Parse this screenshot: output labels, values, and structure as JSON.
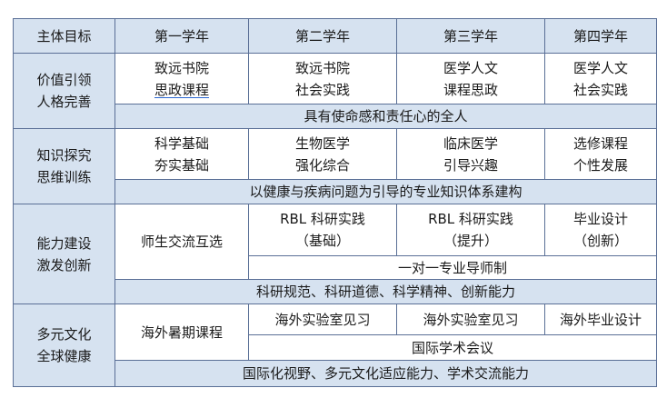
{
  "header": {
    "goal": "主体目标",
    "years": [
      "第一学年",
      "第二学年",
      "第三学年",
      "第四学年"
    ]
  },
  "sections": [
    {
      "goal": [
        "价值引领",
        "人格完善"
      ],
      "cells": [
        [
          "致远书院",
          "思政课程"
        ],
        [
          "致远书院",
          "社会实践"
        ],
        [
          "医学人文",
          "课程思政"
        ],
        [
          "医学人文",
          "社会实践"
        ]
      ],
      "summary": "具有使命感和责任心的全人"
    },
    {
      "goal": [
        "知识探究",
        "思维训练"
      ],
      "cells": [
        [
          "科学基础",
          "夯实基础"
        ],
        [
          "生物医学",
          "强化综合"
        ],
        [
          "临床医学",
          "引导兴趣"
        ],
        [
          "选修课程",
          "个性发展"
        ]
      ],
      "summary": "以健康与疾病问题为引导的专业知识体系建构"
    },
    {
      "goal": [
        "能力建设",
        "激发创新"
      ],
      "y1": "师生交流互选",
      "cells": [
        [
          "RBL 科研实践",
          "（基础）"
        ],
        [
          "RBL 科研实践",
          "（提升）"
        ],
        [
          "毕业设计",
          "（创新）"
        ]
      ],
      "span_row": "一对一专业导师制",
      "summary": "科研规范、科研道德、科学精神、创新能力"
    },
    {
      "goal": [
        "多元文化",
        "全球健康"
      ],
      "y1": "海外暑期课程",
      "cells": [
        "海外实验室见习",
        "海外实验室见习",
        "海外毕业设计"
      ],
      "span_row": "国际学术会议",
      "summary": "国际化视野、多元文化适应能力、学术交流能力"
    }
  ],
  "colors": {
    "header_bg": "#d6e2f0",
    "border": "#5a6f96",
    "underline": "#2a66d1"
  }
}
